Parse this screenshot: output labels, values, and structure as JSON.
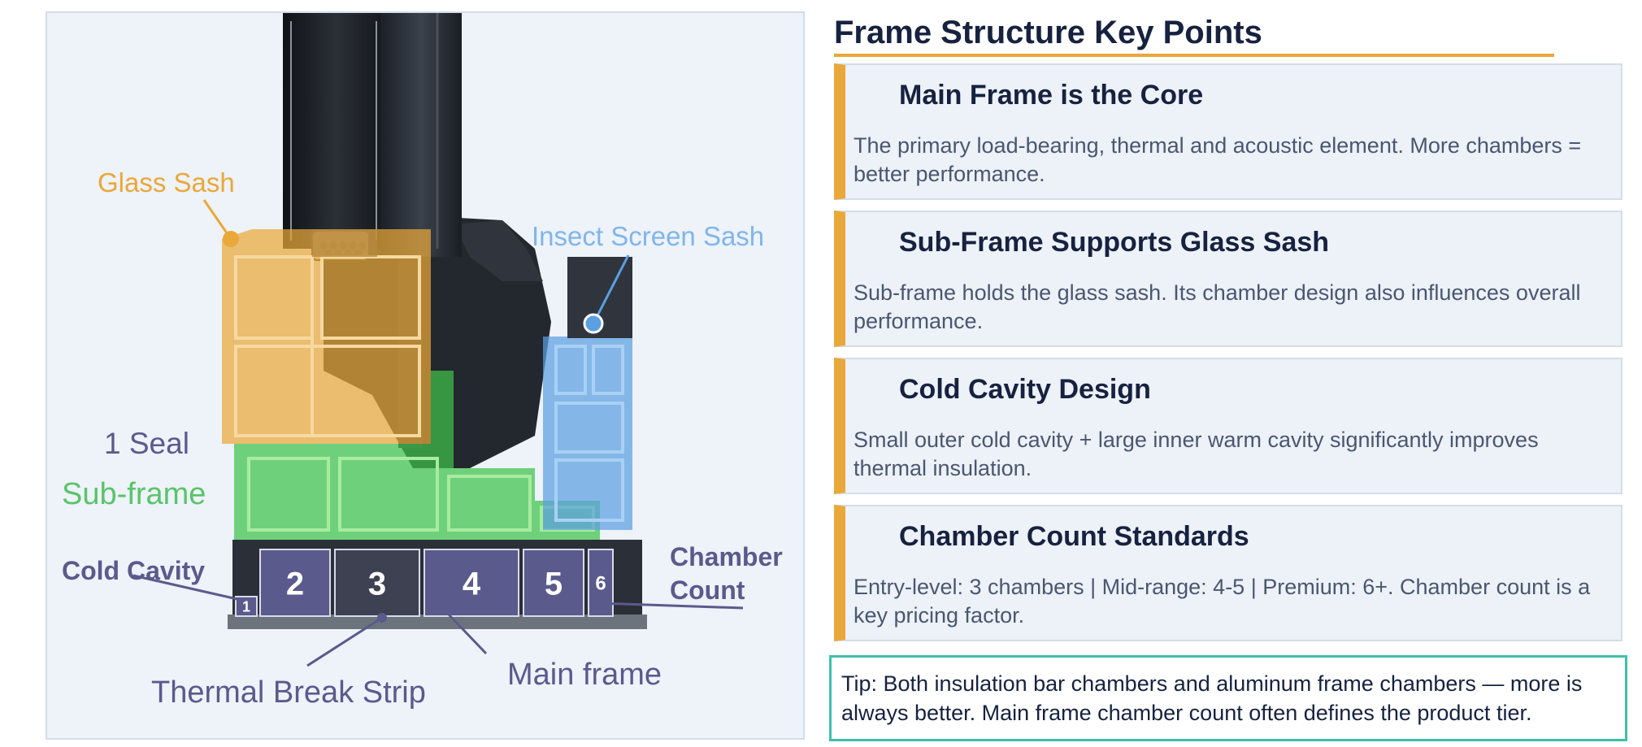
{
  "diagram": {
    "labels": {
      "glass_sash": "Glass Sash",
      "insect_screen_sash": "Insect Screen Sash",
      "seal": "1 Seal",
      "sub_frame": "Sub-frame",
      "cold_cavity": "Cold Cavity",
      "chamber_count_line1": "Chamber",
      "chamber_count_line2": "Count",
      "thermal_break_strip": "Thermal Break Strip",
      "main_frame": "Main frame"
    },
    "chambers": [
      "1",
      "2",
      "3",
      "4",
      "5",
      "6"
    ],
    "colors": {
      "glass_sash": "#e9a839",
      "insect_screen": "#5b9fe0",
      "insect_screen_text": "#7fb6ea",
      "sub_frame": "#3fc24a",
      "sub_frame_text": "#59c46a",
      "main_frame": "#5a5a8c",
      "label_text": "#5a5a8c"
    }
  },
  "key_points": {
    "title": "Frame Structure Key Points",
    "items": [
      {
        "title": "Main Frame is the Core",
        "body": "The primary load-bearing, thermal and acoustic element. More chambers = better performance."
      },
      {
        "title": "Sub-Frame Supports Glass Sash",
        "body": "Sub-frame holds the glass sash. Its chamber design also influences overall performance."
      },
      {
        "title": "Cold Cavity Design",
        "body": "Small outer cold cavity + large inner warm cavity significantly improves thermal insulation."
      },
      {
        "title": "Chamber Count Standards",
        "body": "Entry-level: 3 chambers | Mid-range: 4-5 | Premium: 6+. Chamber count is a key pricing factor."
      }
    ],
    "tip": "Tip: Both insulation bar chambers and aluminum frame chambers — more is always better. Main frame chamber count often defines the product tier.",
    "accent_color": "#e9a839",
    "tip_border_color": "#3fbfaa"
  }
}
